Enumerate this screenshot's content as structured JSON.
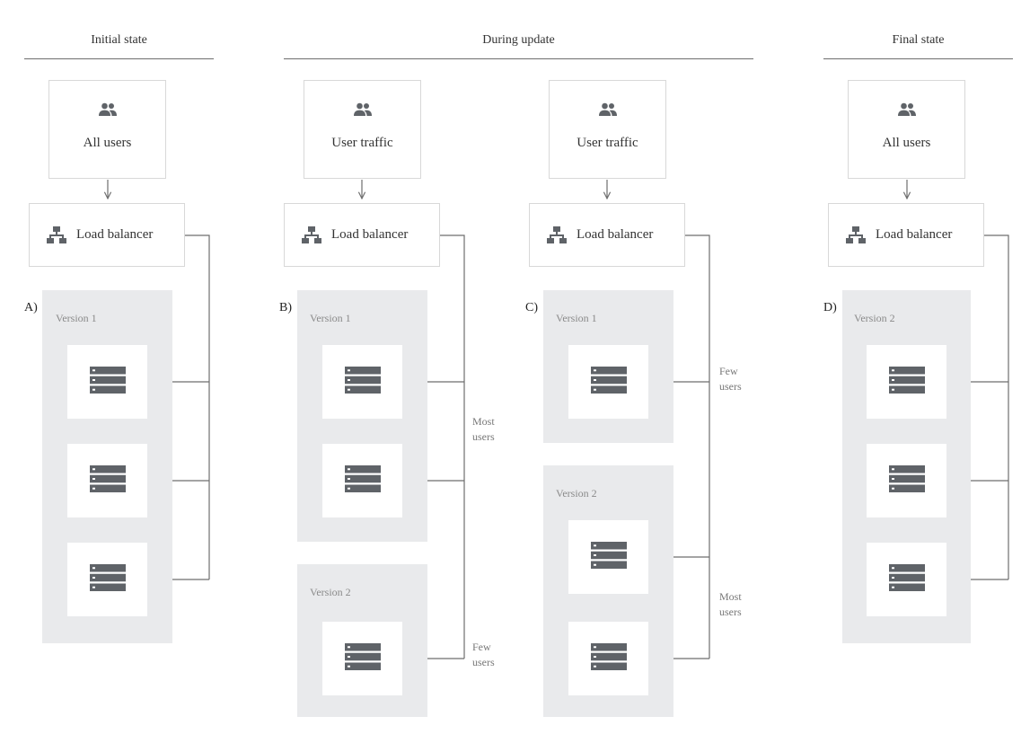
{
  "headers": {
    "initial": "Initial state",
    "during": "During update",
    "final": "Final state"
  },
  "columns": {
    "a": {
      "users_label": "All users",
      "lb_label": "Load balancer",
      "label": "A)",
      "group1_title": "Version 1"
    },
    "b": {
      "users_label": "User traffic",
      "lb_label": "Load balancer",
      "label": "B)",
      "group1_title": "Version 1",
      "group2_title": "Version 2",
      "note_most_1": "Most",
      "note_most_2": "users",
      "note_few_1": "Few",
      "note_few_2": "users"
    },
    "c": {
      "users_label": "User traffic",
      "lb_label": "Load balancer",
      "label": "C)",
      "group1_title": "Version 1",
      "group2_title": "Version 2",
      "note_few_1": "Few",
      "note_few_2": "users",
      "note_most_1": "Most",
      "note_most_2": "users"
    },
    "d": {
      "users_label": "All users",
      "lb_label": "Load balancer",
      "label": "D)",
      "group1_title": "Version 2"
    }
  },
  "icons": {
    "users": "users-icon",
    "load_balancer": "load-balancer-icon",
    "server": "server-icon"
  },
  "colors": {
    "icon": "#5f6368",
    "group_bg": "#e9eaec",
    "line": "#6e6e6e"
  }
}
